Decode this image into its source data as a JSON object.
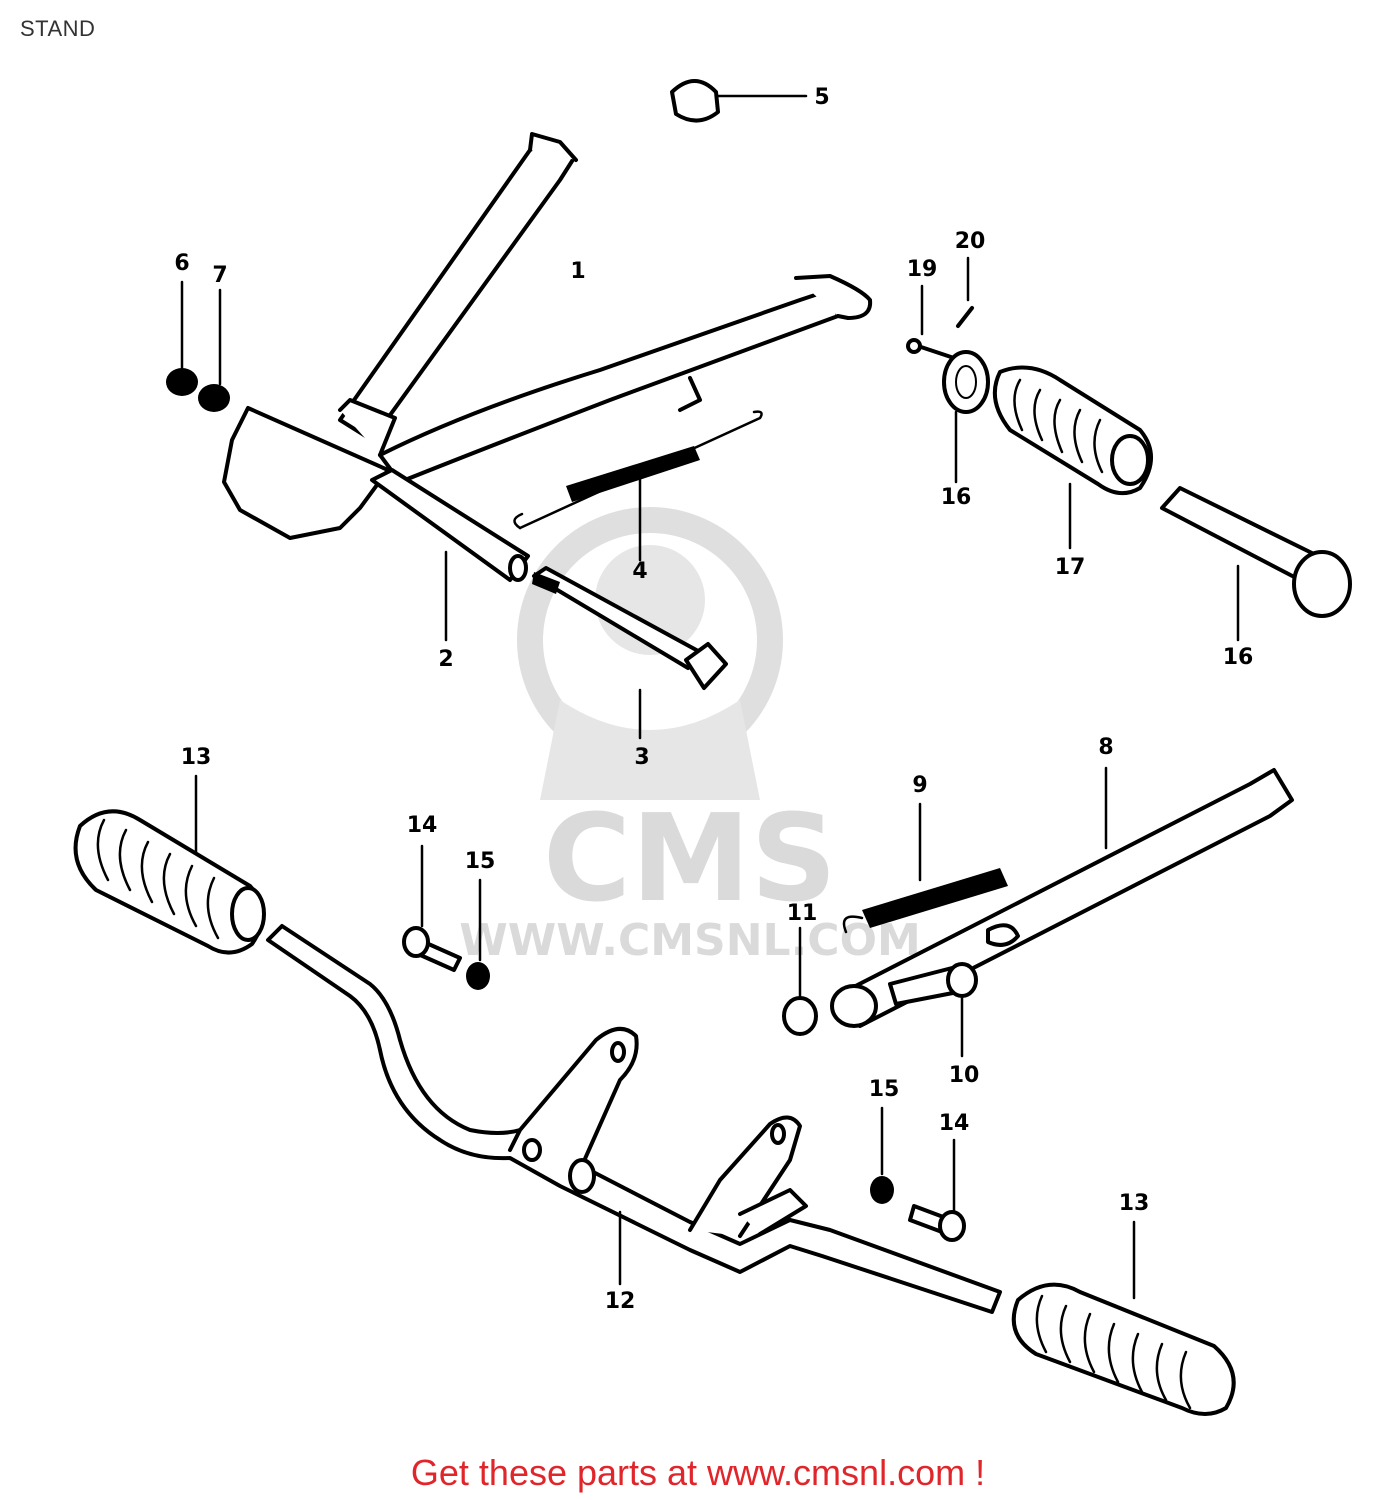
{
  "title": "STAND",
  "watermark": {
    "brand": "CMS",
    "url": "WWW.CMSNL.COM"
  },
  "footer": {
    "text": "Get these parts at www.cmsnl.com !",
    "color": "#e0262b"
  },
  "callouts": {
    "c1": "1",
    "c2": "2",
    "c3": "3",
    "c4": "4",
    "c5": "5",
    "c6": "6",
    "c7": "7",
    "c8": "8",
    "c9": "9",
    "c10": "10",
    "c11": "11",
    "c12": "12",
    "c13a": "13",
    "c13b": "13",
    "c14a": "14",
    "c14b": "14",
    "c15a": "15",
    "c15b": "15",
    "c16a": "16",
    "c16b": "16",
    "c17": "17",
    "c19": "19",
    "c20": "20"
  }
}
